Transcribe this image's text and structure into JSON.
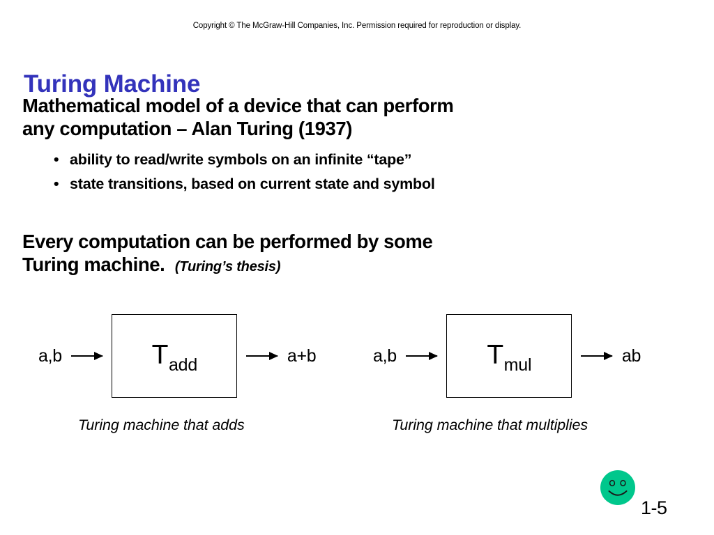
{
  "slide": {
    "copyright": "Copyright © The McGraw-Hill Companies, Inc.  Permission required for reproduction or display.",
    "title": "Turing Machine",
    "intro_line1": "Mathematical model of a device that can perform",
    "intro_line2": "any computation – Alan Turing (1937)",
    "bullets": [
      {
        "marker": "•",
        "text": "ability to read/write symbols on an infinite “tape”"
      },
      {
        "marker": "•",
        "text": "state transitions, based on current state and symbol"
      }
    ],
    "thesis_line1": "Every computation can be performed by some",
    "thesis_line2": "Turing machine.",
    "thesis_note": "(Turing’s thesis)",
    "page_number": "1-5"
  },
  "diagrams": [
    {
      "input_label": "a,b",
      "machine_base": "T",
      "machine_subscript": "add",
      "output_label": "a+b",
      "caption": "Turing machine that adds"
    },
    {
      "input_label": "a,b",
      "machine_base": "T",
      "machine_subscript": "mul",
      "output_label": "ab",
      "caption": "Turing machine that multiplies"
    }
  ],
  "decoration": {
    "smiley_icon": "smiley-face-icon",
    "smiley_fill": "#00c78c",
    "smiley_stroke": "#1a1a1a"
  },
  "colors": {
    "title": "#3333bb",
    "text": "#000000",
    "background": "#ffffff"
  }
}
